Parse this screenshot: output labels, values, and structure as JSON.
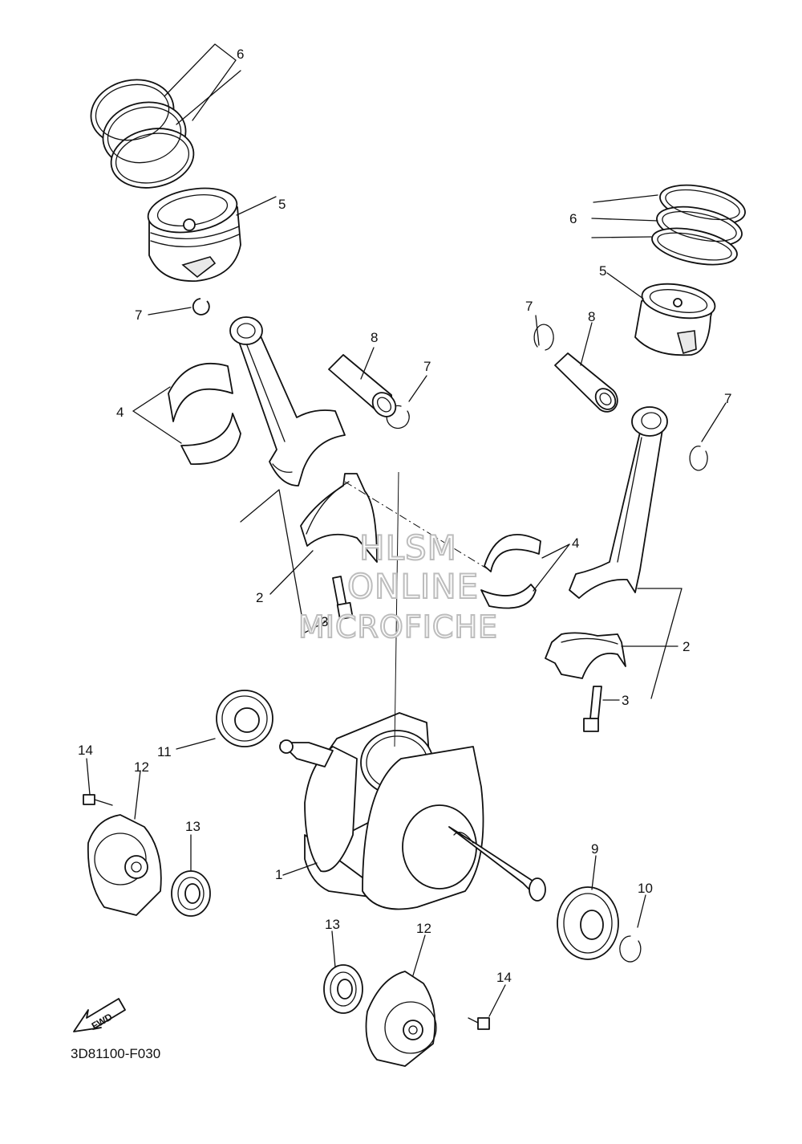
{
  "diagram": {
    "drawing_code": "3D81100-F030",
    "fwd_badge": "FWD",
    "watermark": [
      "HLSM",
      "ONLINE",
      "MICROFICHE"
    ],
    "callouts": {
      "c1": "1",
      "c2_left": "2",
      "c2_right": "2",
      "c3_left": "3",
      "c3_right": "3",
      "c4_left": "4",
      "c4_right": "4",
      "c5_left": "5",
      "c5_right": "5",
      "c6_left": "6",
      "c6_right": "6",
      "c7_left_a": "7",
      "c7_left_b": "7",
      "c7_right_a": "7",
      "c7_right_b": "7",
      "c8_left": "8",
      "c8_right": "8",
      "c9": "9",
      "c10": "10",
      "c11": "11",
      "c12_left": "12",
      "c12_bottom": "12",
      "c13_left": "13",
      "c13_bottom": "13",
      "c14_left": "14",
      "c14_bottom": "14"
    }
  }
}
